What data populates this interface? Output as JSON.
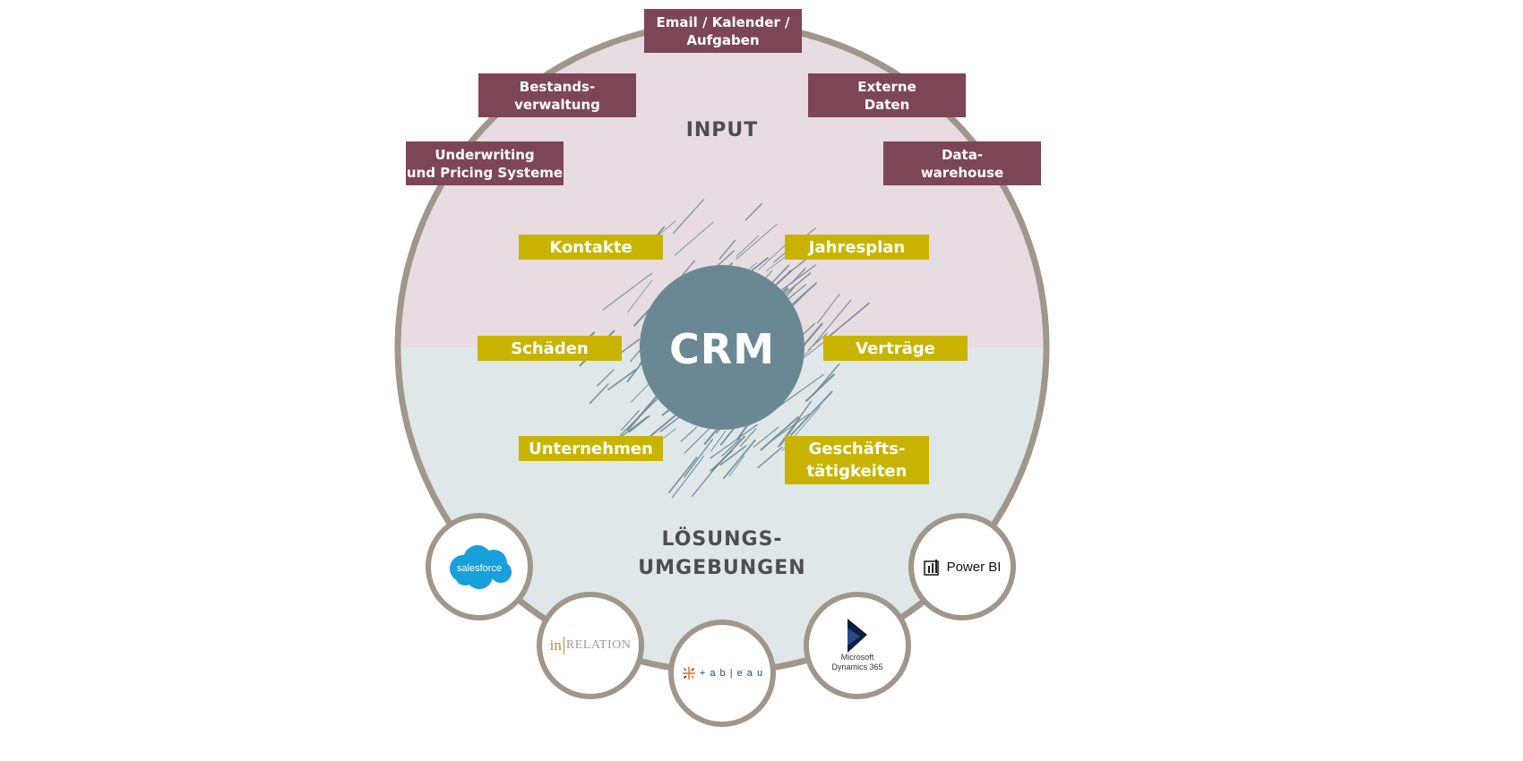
{
  "center": {
    "label": "CRM"
  },
  "sections": {
    "input": {
      "label": "INPUT"
    },
    "solutions": {
      "line1": "LÖSUNGS-",
      "line2": "UMGEBUNGEN"
    }
  },
  "input_sources": [
    {
      "line1": "Email / Kalender /",
      "line2": "Aufgaben"
    },
    {
      "line1": "Bestands-",
      "line2": "verwaltung"
    },
    {
      "line1": "Externe",
      "line2": "Daten"
    },
    {
      "line1": "Underwriting",
      "line2": "und Pricing Systeme"
    },
    {
      "line1": "Data-",
      "line2": "warehouse"
    }
  ],
  "crm_data": [
    {
      "line1": "Kontakte",
      "line2": ""
    },
    {
      "line1": "Jahresplan",
      "line2": ""
    },
    {
      "line1": "Schäden",
      "line2": ""
    },
    {
      "line1": "Verträge",
      "line2": ""
    },
    {
      "line1": "Unternehmen",
      "line2": ""
    },
    {
      "line1": "Geschäfts-",
      "line2": "tätigkeiten"
    }
  ],
  "solutions": [
    {
      "name": "salesforce",
      "icon": "salesforce-cloud-icon"
    },
    {
      "name_a": "in",
      "name_b": "RELATION",
      "icon": "inrelation-logo-icon"
    },
    {
      "name": "+ a b | e a u",
      "icon": "tableau-cross-icon"
    },
    {
      "line1": "Microsoft",
      "line2": "Dynamics 365",
      "icon": "dynamics-arrow-icon"
    },
    {
      "name": "Power BI",
      "icon": "power-bi-bars-icon"
    }
  ],
  "colors": {
    "input_box": "#7d4656",
    "data_box": "#c8b400",
    "ring": "#a0978a",
    "input_bg": "#e7dce1",
    "solution_bg": "#e0e7e9",
    "crm_core": "#6a8893",
    "hatch": "#6a8893"
  }
}
